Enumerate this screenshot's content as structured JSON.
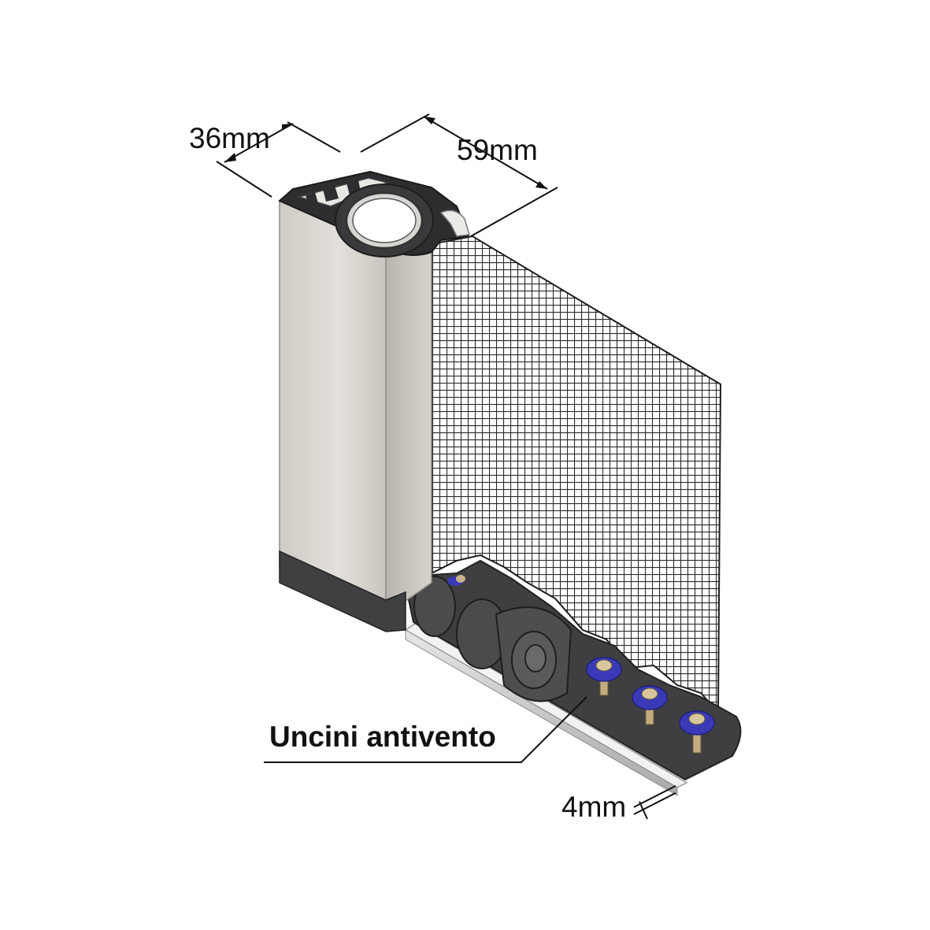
{
  "dimensions": {
    "width_label": "36mm",
    "depth_label": "59mm",
    "thickness_label": "4mm"
  },
  "callouts": {
    "hooks_label": "Uncini antivento"
  },
  "colors": {
    "profile_light": "#d9d6d1",
    "profile_shade": "#bdb9b3",
    "dark_parts": "#3c3c3e",
    "mesh": "#2a2a2a",
    "hook_accent": "#3a3ab8"
  }
}
